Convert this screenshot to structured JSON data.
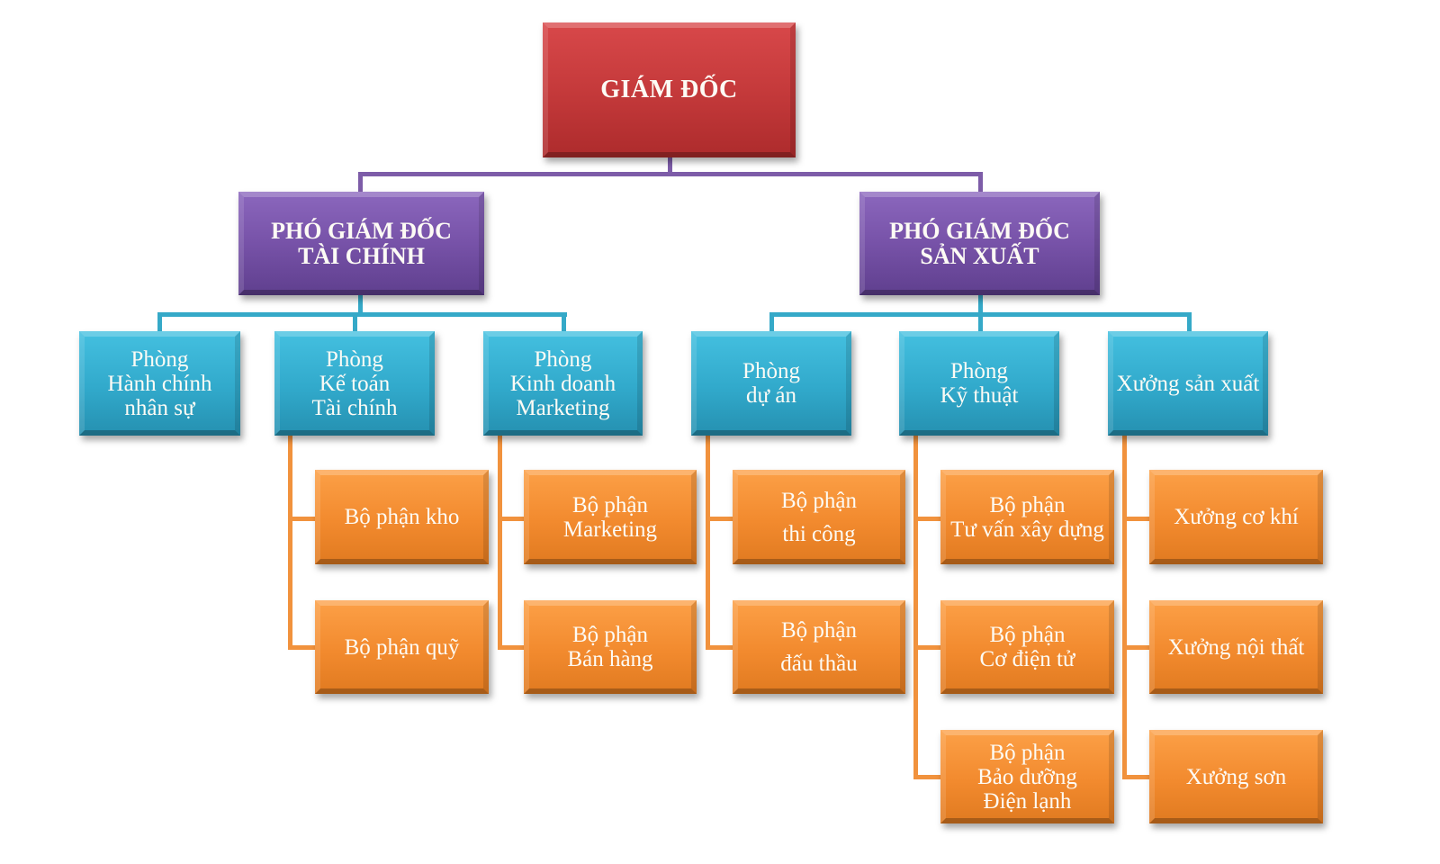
{
  "diagram": {
    "type": "org-chart",
    "colors": {
      "director": "#c53a3b",
      "deputy": "#7752a8",
      "department": "#31a9cb",
      "unit": "#f28a2e",
      "text": "#fdfbf5"
    },
    "director": {
      "label": "GIÁM ĐỐC"
    },
    "deputies": [
      {
        "label": "PHÓ GIÁM ĐỐC\nTÀI CHÍNH"
      },
      {
        "label": "PHÓ GIÁM ĐỐC\nSẢN XUẤT"
      }
    ],
    "departments": [
      {
        "label": "Phòng\nHành chính\nnhân sự",
        "units": []
      },
      {
        "label": "Phòng\nKế toán\nTài chính",
        "units": [
          "Bộ phận kho",
          "Bộ phận quỹ"
        ]
      },
      {
        "label": "Phòng\nKinh doanh\nMarketing",
        "units": [
          "Bộ phận\nMarketing",
          "Bộ phận\nBán hàng"
        ]
      },
      {
        "label": "Phòng\ndự án",
        "units": [
          "Bộ phận\nthi công",
          "Bộ phận\nđấu thầu"
        ]
      },
      {
        "label": "Phòng\nKỹ thuật",
        "units": [
          "Bộ phận\nTư vấn xây dựng",
          "Bộ phận\nCơ điện tử",
          "Bộ phận\nBảo dưỡng\nĐiện lạnh"
        ]
      },
      {
        "label": "Xưởng sản xuất",
        "units": [
          "Xưởng cơ khí",
          "Xưởng nội thất",
          "Xưởng sơn"
        ]
      }
    ]
  }
}
